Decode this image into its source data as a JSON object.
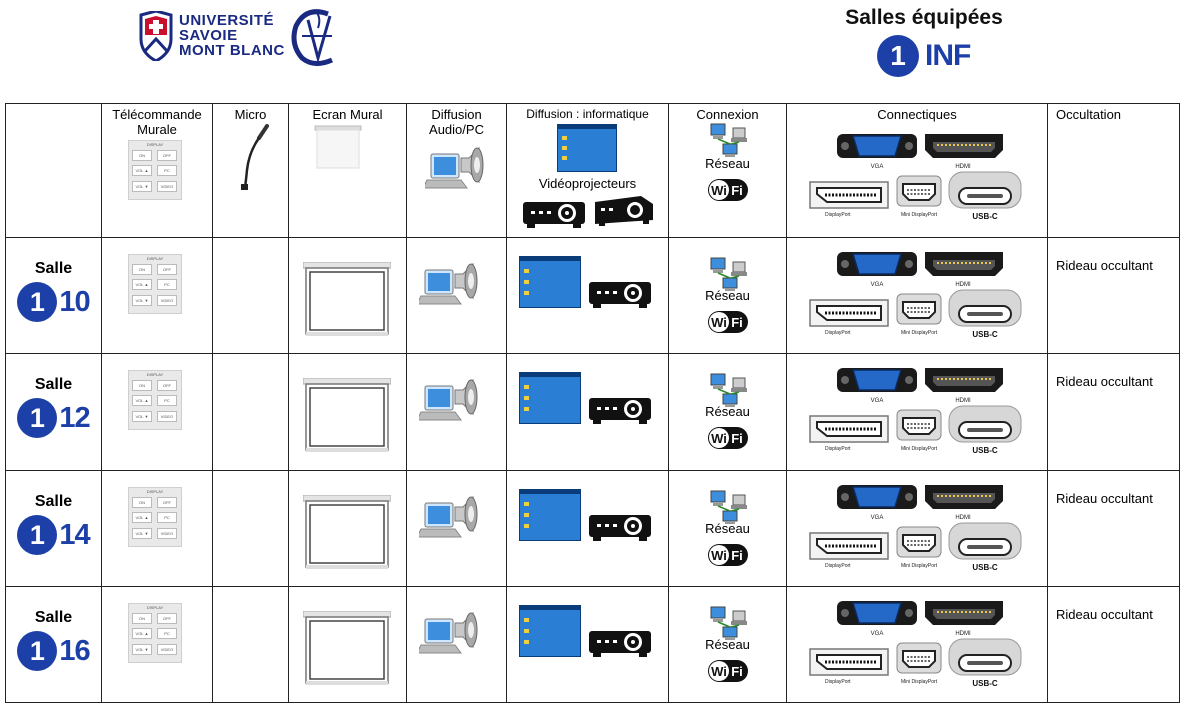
{
  "header": {
    "university": [
      "UNIVERSITÉ",
      "SAVOIE",
      "MONT BLANC"
    ],
    "title": "Salles équipées",
    "badge_number": "1",
    "badge_text": "INF",
    "brand_color": "#1c3fa8"
  },
  "columns": {
    "telecommande": "Télécommande Murale",
    "micro": "Micro",
    "ecran": "Ecran Mural",
    "diffusion_audio": "Diffusion Audio/PC",
    "diffusion_info": "Diffusion : informatique",
    "videoprojecteurs": "Vidéoprojecteurs",
    "connexion": "Connexion",
    "connectiques": "Connectiques",
    "occultation": "Occultation"
  },
  "network_label": "Réseau",
  "wifi_label": "WiFi",
  "remote": {
    "title": "DISPLAY",
    "buttons": [
      "ON",
      "OFF",
      "VOL ▲",
      "PC",
      "VOL ▼",
      "VIDEO"
    ]
  },
  "ports": {
    "vga": "VGA",
    "hdmi": "HDMI",
    "displayport": "DisplayPort",
    "mini_displayport": "Mini DisplayPort",
    "usbc": "USB-C"
  },
  "rooms": [
    {
      "salle": "Salle",
      "digit": "1",
      "num": "10",
      "occultation": "Rideau occultant"
    },
    {
      "salle": "Salle",
      "digit": "1",
      "num": "12",
      "occultation": "Rideau occultant"
    },
    {
      "salle": "Salle",
      "digit": "1",
      "num": "14",
      "occultation": "Rideau occultant"
    },
    {
      "salle": "Salle",
      "digit": "1",
      "num": "16",
      "occultation": "Rideau occultant"
    }
  ]
}
